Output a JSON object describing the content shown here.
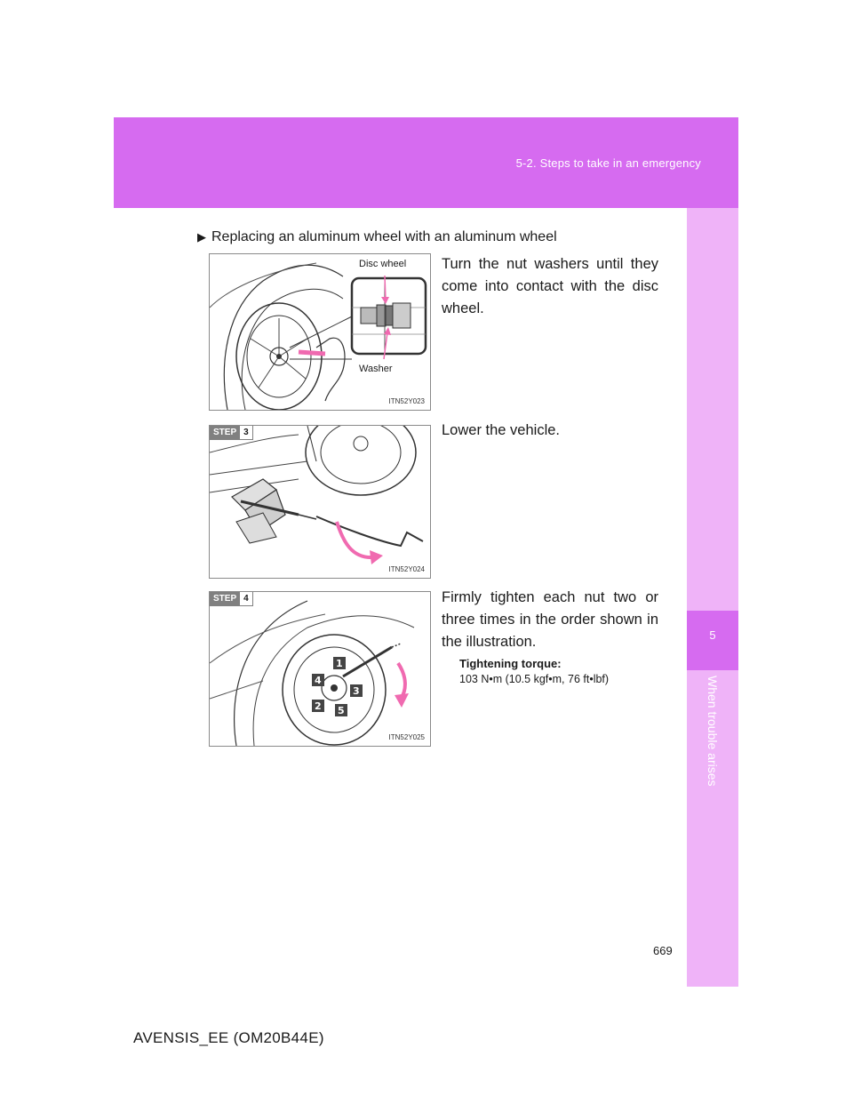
{
  "header": {
    "section": "5-2. Steps to take in an emergency"
  },
  "side_tab": {
    "chapter_number": "5",
    "chapter_title": "When trouble arises"
  },
  "heading": {
    "marker": "▶",
    "text": "Replacing an aluminum wheel with an aluminum wheel"
  },
  "figures": [
    {
      "code": "ITN52Y023",
      "callouts": {
        "disc_wheel": "Disc wheel",
        "washer": "Washer"
      }
    },
    {
      "code": "ITN52Y024",
      "step_word": "STEP",
      "step_number": "3"
    },
    {
      "code": "ITN52Y025",
      "step_word": "STEP",
      "step_number": "4",
      "nut_order": [
        "1",
        "2",
        "3",
        "4",
        "5"
      ]
    }
  ],
  "texts": {
    "washers": "Turn the nut washers until they come into contact with the disc wheel.",
    "lower": "Lower the vehicle.",
    "tighten": "Firmly tighten each nut two or three times in the order shown in the illustration."
  },
  "torque": {
    "label": "Tightening torque:",
    "value": "103 N•m (10.5 kgf•m, 76 ft•lbf)"
  },
  "footer": {
    "page_number": "669",
    "manual_code": "AVENSIS_EE (OM20B44E)"
  },
  "colors": {
    "header_band": "#d66bf0",
    "side_tab": "#efb3f8",
    "arrow_pink": "#f06ab0"
  }
}
